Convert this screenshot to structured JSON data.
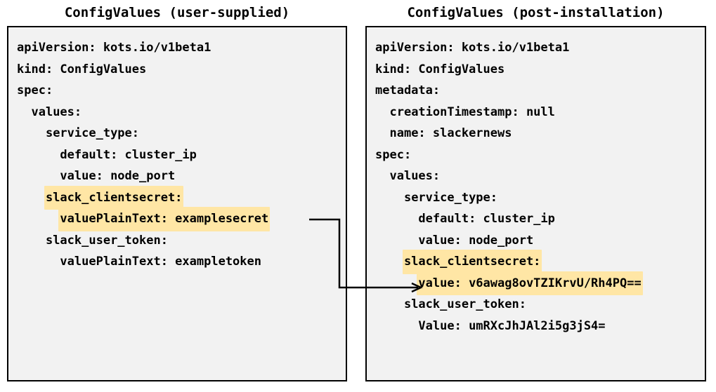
{
  "panels": {
    "left": {
      "title": "ConfigValues (user-supplied)",
      "lines": [
        {
          "indent": 0,
          "text": "apiVersion: kots.io/v1beta1",
          "highlight": false
        },
        {
          "indent": 0,
          "text": "kind: ConfigValues",
          "highlight": false
        },
        {
          "indent": 0,
          "text": "spec:",
          "highlight": false
        },
        {
          "indent": 1,
          "text": "values:",
          "highlight": false
        },
        {
          "indent": 2,
          "text": "service_type:",
          "highlight": false
        },
        {
          "indent": 3,
          "text": "default: cluster_ip",
          "highlight": false
        },
        {
          "indent": 3,
          "text": "value: node_port",
          "highlight": false
        },
        {
          "indent": 2,
          "text": "slack_clientsecret:",
          "highlight": true
        },
        {
          "indent": 3,
          "text": "valuePlainText: examplesecret",
          "highlight": true
        },
        {
          "indent": 2,
          "text": "slack_user_token:",
          "highlight": false
        },
        {
          "indent": 3,
          "text": "valuePlainText: exampletoken",
          "highlight": false
        }
      ]
    },
    "right": {
      "title": "ConfigValues (post-installation)",
      "lines": [
        {
          "indent": 0,
          "text": "apiVersion: kots.io/v1beta1",
          "highlight": false
        },
        {
          "indent": 0,
          "text": "kind: ConfigValues",
          "highlight": false
        },
        {
          "indent": 0,
          "text": "metadata:",
          "highlight": false
        },
        {
          "indent": 1,
          "text": "creationTimestamp: null",
          "highlight": false
        },
        {
          "indent": 1,
          "text": "name: slackernews",
          "highlight": false
        },
        {
          "indent": 0,
          "text": "spec:",
          "highlight": false
        },
        {
          "indent": 1,
          "text": "values:",
          "highlight": false
        },
        {
          "indent": 2,
          "text": "service_type:",
          "highlight": false
        },
        {
          "indent": 3,
          "text": "default: cluster_ip",
          "highlight": false
        },
        {
          "indent": 3,
          "text": "value: node_port",
          "highlight": false
        },
        {
          "indent": 2,
          "text": "slack_clientsecret:",
          "highlight": true
        },
        {
          "indent": 3,
          "text": "value: v6awag8ovTZIKrvU/Rh4PQ==",
          "highlight": true
        },
        {
          "indent": 2,
          "text": "slack_user_token:",
          "highlight": false
        },
        {
          "indent": 3,
          "text": "Value: umRXcJhJAl2i5g3jS4=",
          "highlight": false
        }
      ]
    }
  },
  "connector": {
    "label": "encrypted-value-mapping-arrow",
    "from_line": "valuePlainText: examplesecret",
    "to_line": "value: v6awag8ovTZIKrvU/Rh4PQ=="
  },
  "colors": {
    "highlight": "#ffe6a5",
    "panel_background": "#f2f2f2",
    "panel_border": "#000000",
    "text": "#000000",
    "page_background": "#ffffff"
  }
}
